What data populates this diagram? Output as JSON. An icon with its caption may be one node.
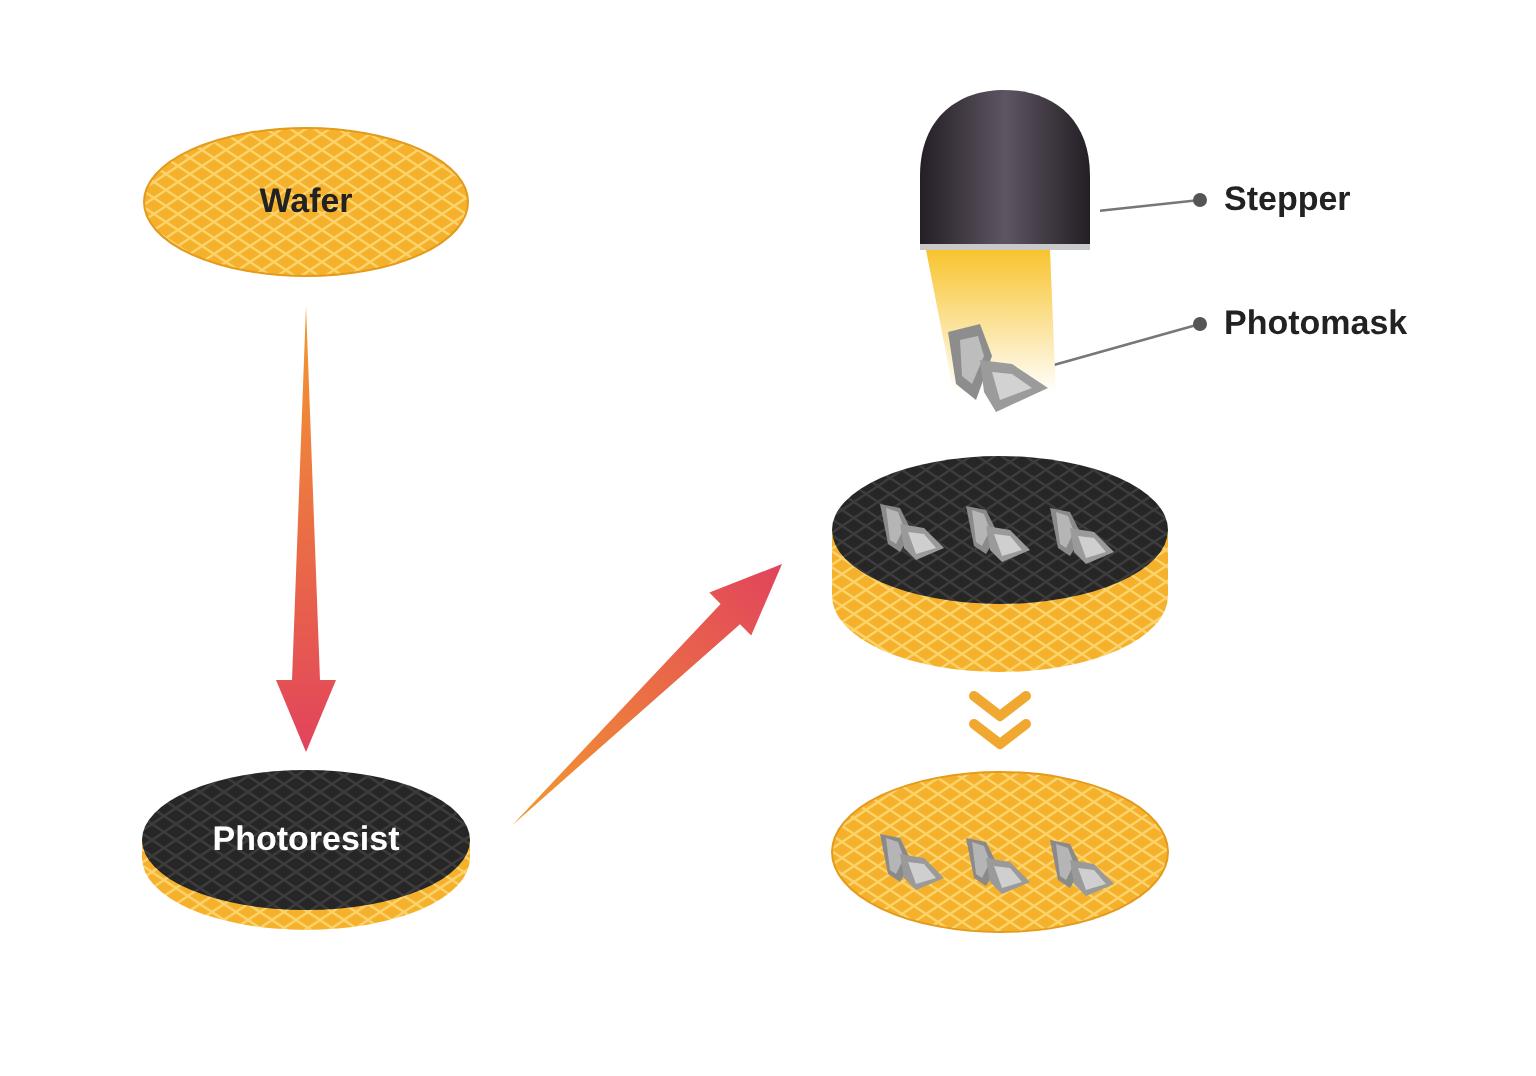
{
  "diagram": {
    "nodes": [
      {
        "text": [
          "Wafer"
        ]
      },
      {
        "text": [],
        "shape": "picture"
      },
      {
        "text": [],
        "shape": "picture"
      },
      {
        "text": [
          "Stepper"
        ]
      },
      {
        "text": [
          "Photomask"
        ]
      },
      {
        "text": [],
        "shape": "picture"
      },
      {
        "text": [
          "Photoresist"
        ]
      },
      {
        "text": [],
        "shape": "picture"
      }
    ],
    "edges": [
      {
        "from": 0,
        "to": 6,
        "arrow": "to",
        "style": "thick"
      },
      {
        "from": 6,
        "to": 5,
        "arrow": "to",
        "style": "thick"
      },
      {
        "from": 5,
        "to": 7,
        "arrow": "to",
        "style": "thick",
        "color": "#f0a830"
      },
      {
        "from": 3,
        "to": 1,
        "arrow": "other"
      },
      {
        "from": 4,
        "to": 2,
        "arrow": "other"
      }
    ]
  }
}
